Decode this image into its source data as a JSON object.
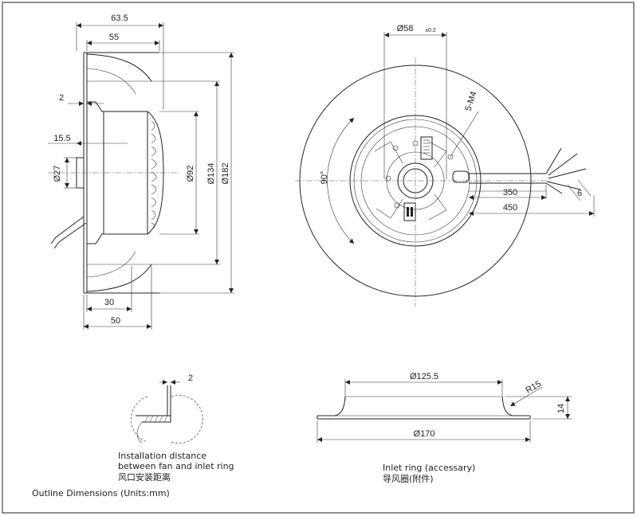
{
  "dims": {
    "d63_5": "63.5",
    "d55": "55",
    "d2_top": "2",
    "d15_5": "15.5",
    "d27": "Ø27",
    "d92": "Ø92",
    "d134": "Ø134",
    "d182": "Ø182",
    "d30": "30",
    "d50": "50",
    "d58": "Ø58",
    "d58_tol": "±0.2",
    "d5m4": "5-M4",
    "d90": "90°",
    "d350": "350",
    "d450": "450",
    "d6": "6",
    "d2_detail": "2",
    "d125_5": "Ø125.5",
    "d170": "Ø170",
    "r15": "R15",
    "d14": "14"
  },
  "labels": {
    "install_line1": "Installation distance",
    "install_line2": "between fan and inlet ring",
    "install_cn": "风口安装距离",
    "inlet_line1": "Inlet ring  (accessary)",
    "inlet_cn": "导风圈(附件)",
    "outline": "Outline Dimensions (Units:mm)"
  }
}
